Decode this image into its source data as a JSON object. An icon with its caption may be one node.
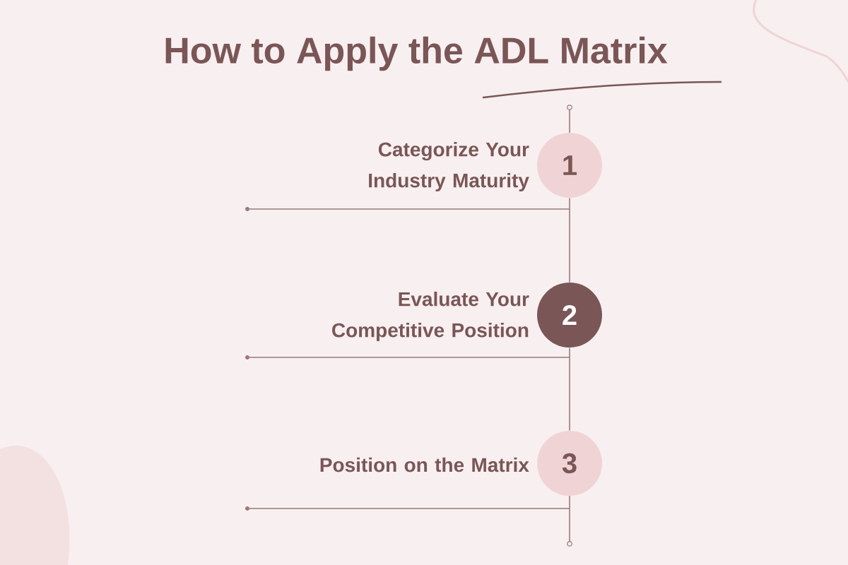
{
  "diagram": {
    "title": "How to Apply the ADL Matrix",
    "nodes": [
      {
        "text": [
          "1"
        ],
        "beside": [
          "Categorize Your Industry Maturity"
        ]
      },
      {
        "text": [
          "2"
        ],
        "beside": [
          "Evaluate Your Competitive Position"
        ]
      },
      {
        "text": [
          "3"
        ],
        "beside": [
          "Position on the Matrix"
        ]
      }
    ],
    "edges": [
      {
        "from": 0,
        "to": 1,
        "arrow": "none"
      },
      {
        "from": 1,
        "to": 2,
        "arrow": "none"
      }
    ]
  }
}
